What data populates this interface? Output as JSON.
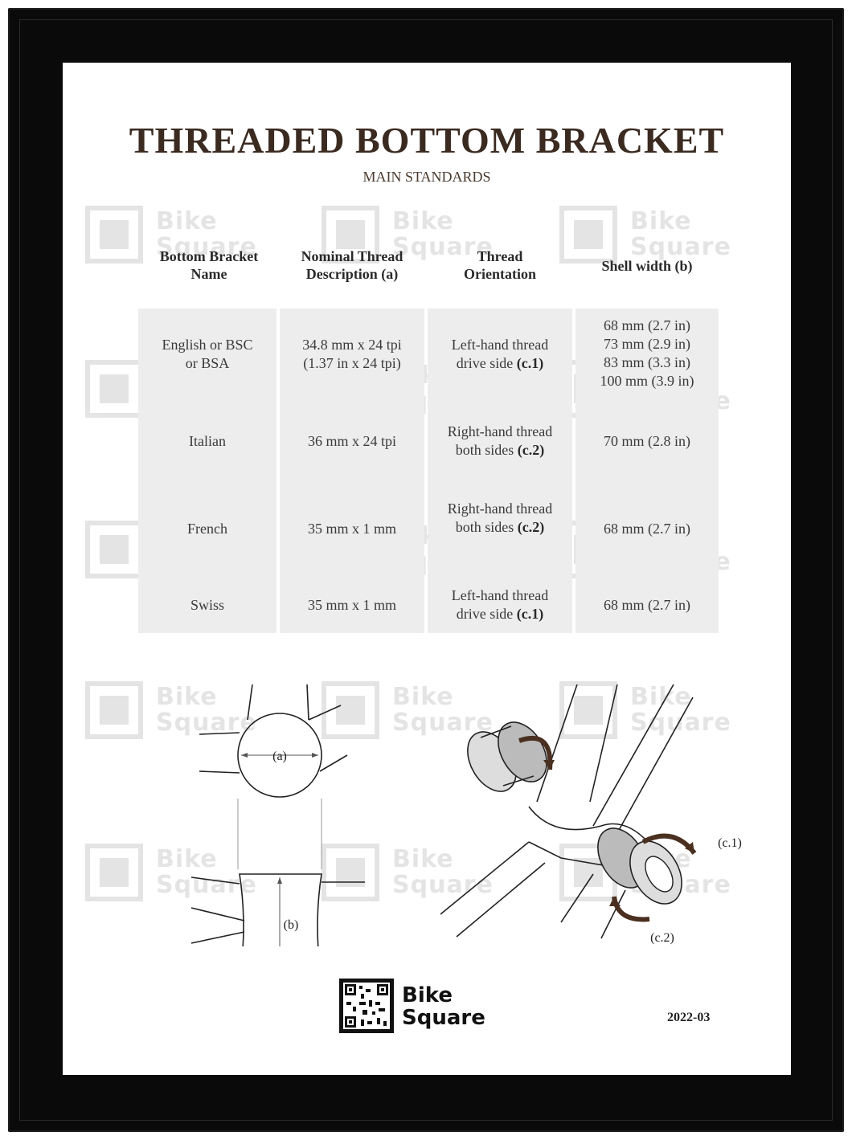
{
  "poster": {
    "title": "THREADED BOTTOM BRACKET",
    "subtitle": "MAIN STANDARDS",
    "watermark_line1": "Bike",
    "watermark_line2": "Square",
    "headers": {
      "name": [
        "Bottom Bracket",
        "Name"
      ],
      "thread": [
        "Nominal Thread",
        "Description (a)"
      ],
      "orient": [
        "Thread",
        "Orientation"
      ],
      "shell": "Shell width (b)"
    },
    "rows": [
      {
        "name": [
          "English or BSC",
          "or BSA"
        ],
        "thread": [
          "34.8 mm x 24 tpi",
          "(1.37 in x 24 tpi)"
        ],
        "orient": [
          "Left-hand thread",
          "drive side",
          "(c.1)"
        ],
        "shell": [
          "68 mm (2.7 in)",
          "73 mm (2.9 in)",
          "83 mm (3.3 in)",
          "100 mm (3.9 in)"
        ]
      },
      {
        "name": [
          "Italian"
        ],
        "thread": [
          "36 mm x 24 tpi"
        ],
        "orient": [
          "Right-hand thread",
          "both sides",
          "(c.2)"
        ],
        "shell": [
          "70 mm (2.8 in)"
        ]
      },
      {
        "name": [
          "French"
        ],
        "thread": [
          "35 mm x 1 mm"
        ],
        "orient": [
          "Right-hand thread",
          "both sides",
          "(c.2)"
        ],
        "shell": [
          "68 mm (2.7 in)"
        ]
      },
      {
        "name": [
          "Swiss"
        ],
        "thread": [
          "35 mm x 1 mm"
        ],
        "orient": [
          "Left-hand thread",
          "drive side",
          "(c.1)"
        ],
        "shell": [
          "68 mm (2.7 in)"
        ]
      }
    ],
    "diagram_labels": {
      "a": "(a)",
      "b": "(b)",
      "c1": "(c.1)",
      "c2": "(c.2)"
    },
    "brand_line1": "Bike",
    "brand_line2": "Square",
    "date": "2022-03"
  }
}
